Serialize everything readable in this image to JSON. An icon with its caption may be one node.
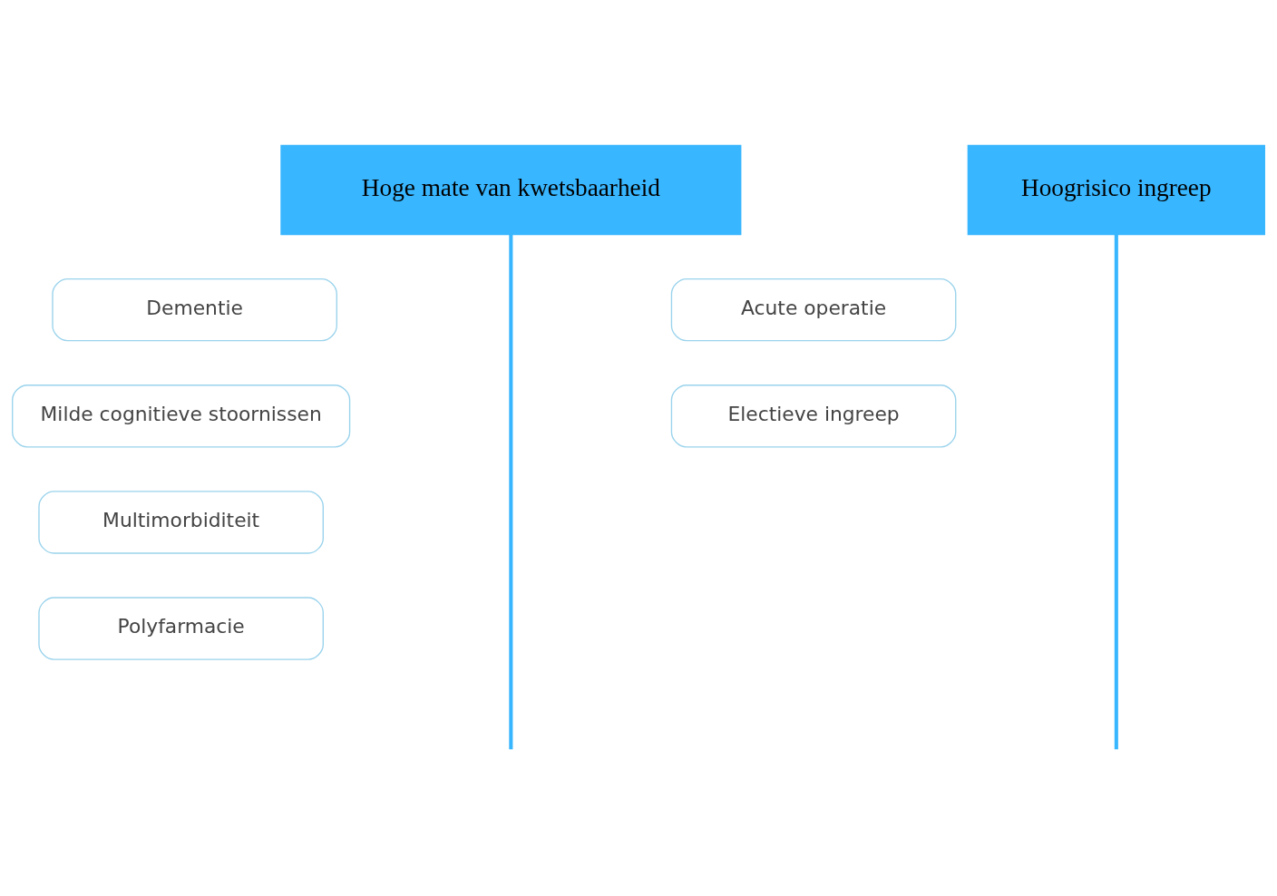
{
  "diagram": {
    "nodes": [
      {
        "text": [
          "Hoge mate van kwetsbaarheid"
        ]
      },
      {
        "text": [
          "Hoogrisico ingreep"
        ]
      },
      {
        "text": [
          "Dementie"
        ]
      },
      {
        "text": [
          "Milde cognitieve stoornissen"
        ]
      },
      {
        "text": [
          "Multimorbiditeit"
        ]
      },
      {
        "text": [
          "Polyfarmacie"
        ]
      },
      {
        "text": [
          "Acute operatie"
        ]
      },
      {
        "text": [
          "Electieve ingreep"
        ]
      }
    ],
    "edges": [
      {
        "from": 0,
        "to": null,
        "arrow": "none"
      },
      {
        "from": 1,
        "to": null,
        "arrow": "none"
      }
    ]
  }
}
